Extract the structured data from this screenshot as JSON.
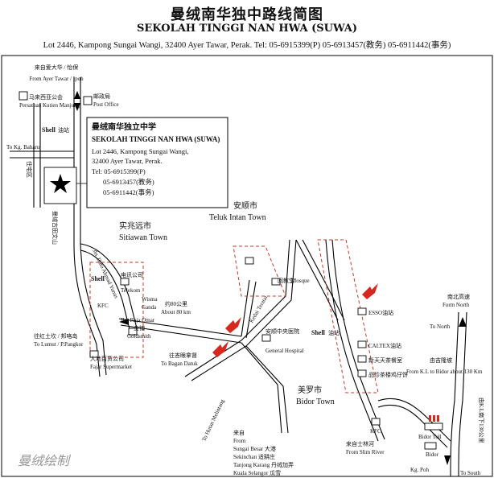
{
  "header": {
    "title_cn": "曼绒南华独中路线简图",
    "title_en": "SEKOLAH TINGGI NAN HWA (SUWA)",
    "address_line": "Lot 2446, Kampong Sungai Wangi, 32400 Ayer Tawar, Perak.  Tel: 05-6915399(P)  05-6913457(教务)  05-6911442(事务)"
  },
  "school_box": {
    "cn": "曼绒南华独立中学",
    "en": "SEKOLAH TINGGI NAN HWA (SUWA)",
    "addr1": "Lot 2446, Kampong Sungai Wangi,",
    "addr2": "32400 Ayer Tawar, Perak.",
    "tel1": "Tel: 05-6915399(P)",
    "tel2": "05-6913457(教务)",
    "tel3": "05-6911442(事务)"
  },
  "labels": {
    "from_ayer_cn": "来自爱大华 / 怡保",
    "from_ayer_en": "From Ayer Tawar / Ipoh",
    "persatuan_cn": "马来西亚公会",
    "persatuan_en": "Persatuan Kutien Manjung",
    "post_cn": "邮政局",
    "post_en": "Post Office",
    "shell1": "Shell",
    "shell1_cn": "油站",
    "kg_baharu": "To Kg. Baharu",
    "lane": "住宅区",
    "road_vert": "曼绒古田文山",
    "sitiawan_cn": "实兆远市",
    "sitiawan_en": "Sitiawan Town",
    "teluk_cn": "安顺市",
    "teluk_en": "Teluk Intan Town",
    "telekom_cn": "电讯公司",
    "telekom_en": "Telekom",
    "shell2": "Shell",
    "jln_dato": "Jln. Dato Ahmad Yunus",
    "kfc1": "KFC",
    "wisma": "Wisma",
    "ganda": "Ganda",
    "about80_cn": "约80公里",
    "about80_en": "About 80 km",
    "jln_raja": "Jln. Raja Omar",
    "goldsmith_cn": "金铺",
    "goldsmith_en": "Goldsmith",
    "lumut_cn": "往红土坎 / 邦咯岛",
    "lumut_en": "To Lumut / P.Pangkor",
    "fajar_cn": "大地百货公司",
    "fajar_en": "Fajar Supermarket",
    "bagan_cn": "往峇眼拿督",
    "bagan_en": "To Bagan Datuk",
    "melintang": "To Hutan Melintang",
    "mosque_cn": "回教堂",
    "mosque_en": "Mosque",
    "hospital_cn": "安顺中央医院",
    "hospital_en": "General Hospital",
    "kedai": "Kedai Teratai",
    "shell3": "Shell",
    "shell3_cn": "油站",
    "esso": "ESSO油站",
    "caltex": "CALTEX油站",
    "tea1": "新天天茶餐室",
    "tea2": "品珍茶楼鸡仔饼",
    "bidor_cn": "美罗市",
    "bidor_en": "Bidor Town",
    "kfc2": "KFC",
    "north_cn": "南北高速",
    "north_en": "Form North",
    "to_north": "To North",
    "to_south": "To South",
    "kl_cn": "由吉隆坡",
    "kl_en": "From K.L to Bidor about 130 Km",
    "bidor_toll": "Bidor Toll",
    "bidor_small": "Bidor",
    "kl_south": "由K.L南下130公里",
    "from_south_cn": "来自",
    "from_south_en": "From",
    "sungai_besar": "Sungai Besar 大港",
    "sekinchan": "Sekinchan 适耕庄",
    "tanjong": "Tanjong Karang 丹绒加弄",
    "kuala_selangor": "Kuala Selangor 瓜雪",
    "slim_cn": "来自士林河",
    "slim_en": "From Slim River",
    "kg_poh": "Kg. Poh",
    "signature": "曼绒绘制"
  },
  "colors": {
    "road": "#000000",
    "dashed_zone": "#c0392b",
    "accent_red": "#d6281f"
  }
}
